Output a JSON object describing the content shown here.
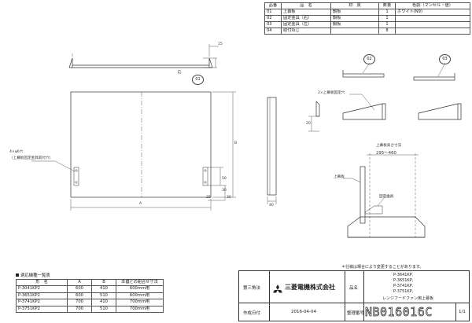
{
  "parts_table": {
    "headers": {
      "no": "品番",
      "name": "品　名",
      "material": "材　質",
      "qty": "数量",
      "remark": "色調（マンセル・値）"
    },
    "rows": [
      {
        "no": "01",
        "name": "上幕板",
        "material": "鋼板",
        "qty": "1",
        "remark": "ホワイト(N9)"
      },
      {
        "no": "02",
        "name": "固定金具（右）",
        "material": "鋼板",
        "qty": "1",
        "remark": ""
      },
      {
        "no": "03",
        "name": "固定金具（左）",
        "material": "鋼板",
        "qty": "1",
        "remark": ""
      },
      {
        "no": "04",
        "name": "取付ねじ",
        "material": "",
        "qty": "8",
        "remark": ""
      }
    ]
  },
  "drawing": {
    "callouts": {
      "c01a": "01",
      "c02": "02",
      "c03": "03"
    },
    "dims": {
      "d15": "15",
      "d25top": "25",
      "B": "B",
      "A": "A",
      "d25b": "25",
      "d30b": "30",
      "d50": "50",
      "d30r": "30",
      "d20": "20",
      "d40": "40",
      "range": "295～460"
    },
    "labels": {
      "holes": "4×φ6穴",
      "holes_sub": "（上幕板固定金具取付穴）",
      "bracket_holes": "2×上幕板固定穴",
      "height_label": "上幕板高さ寸法",
      "top_panel": "上幕板",
      "fixing_bracket": "固定金具"
    }
  },
  "list_table": {
    "title": "適応機種一覧表",
    "headers": {
      "model": "形　名",
      "a": "A",
      "b": "B",
      "remark": "本器との組合せ寸法"
    },
    "rows": [
      {
        "model": "P-3041KP2",
        "a": "600",
        "b": "410",
        "remark": "600mm用"
      },
      {
        "model": "P-3651KP2",
        "a": "600",
        "b": "510",
        "remark": "600mm用"
      },
      {
        "model": "P-3741KP2",
        "a": "700",
        "b": "410",
        "remark": "700mm用"
      },
      {
        "model": "P-3751KP2",
        "a": "700",
        "b": "510",
        "remark": "700mm用"
      }
    ]
  },
  "title_block": {
    "note": "＊仕様は場合により変更することがあります。",
    "angle_label": "第三角法",
    "company": "三菱電機株式会社",
    "name_label": "品名",
    "models": [
      "P-3641KP,",
      "P-3651KP,",
      "P-3741KP,",
      "P-3751KP,"
    ],
    "product": "レンジフードファン用上幕板",
    "date_label": "作成日付",
    "date": "2016-04-04",
    "num_label": "整理番号",
    "doc_number": "NB016016C",
    "page": "1/1"
  }
}
